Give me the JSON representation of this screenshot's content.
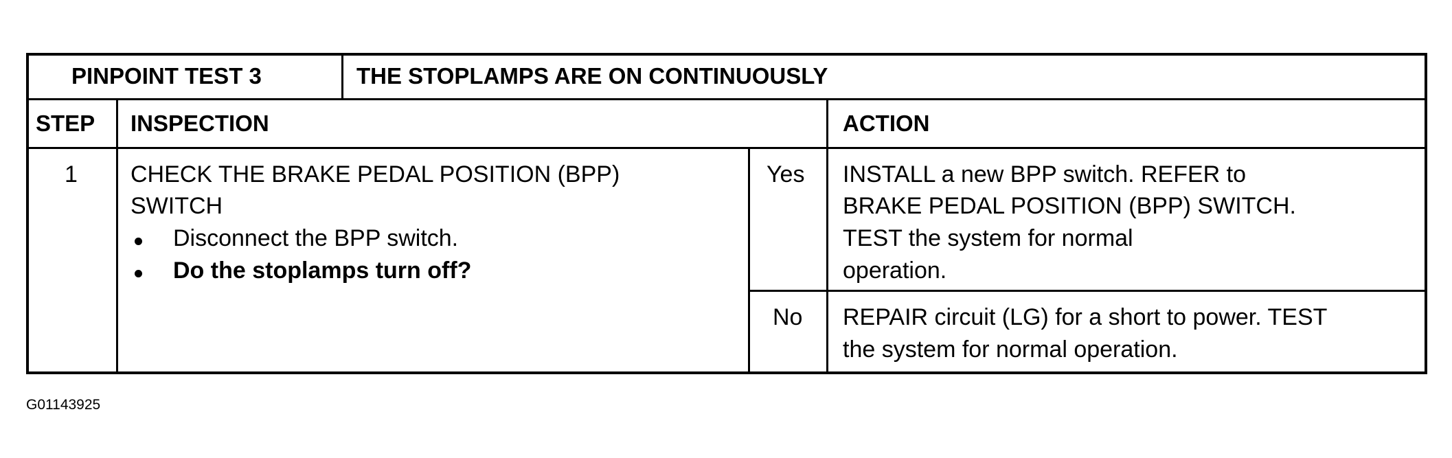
{
  "header": {
    "test_label": "PINPOINT TEST 3",
    "test_title": "THE STOPLAMPS ARE ON CONTINUOUSLY"
  },
  "columns": {
    "step": "STEP",
    "inspection": "INSPECTION",
    "action": "ACTION"
  },
  "rows": [
    {
      "step": "1",
      "inspection": {
        "title_line1": "CHECK THE BRAKE PEDAL POSITION (BPP)",
        "title_line2": "SWITCH",
        "bullets": [
          "Disconnect the BPP switch.",
          "Do the stoplamps turn off?"
        ]
      },
      "outcomes": [
        {
          "answer": "Yes",
          "action_lines": [
            "INSTALL a new BPP switch. REFER to",
            "BRAKE PEDAL POSITION (BPP) SWITCH.",
            "TEST the system for normal",
            "operation."
          ]
        },
        {
          "answer": "No",
          "action_lines": [
            "REPAIR circuit (LG) for a short to power. TEST",
            "the system for normal operation."
          ]
        }
      ]
    }
  ],
  "figure_id": "G01143925"
}
